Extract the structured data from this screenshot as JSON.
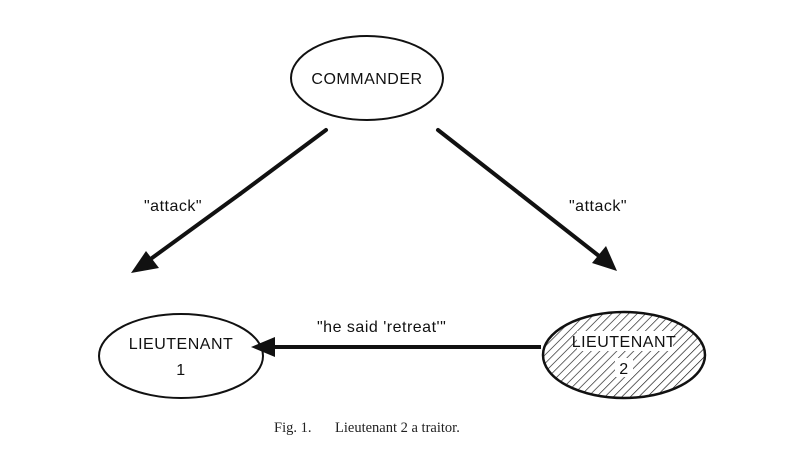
{
  "nodes": {
    "commander": {
      "label": "COMMANDER"
    },
    "lieutenant1": {
      "line1": "LIEUTENANT",
      "line2": "1"
    },
    "lieutenant2": {
      "line1": "LIEUTENANT",
      "line2": "2",
      "traitor": true
    }
  },
  "edges": {
    "commander_to_l1": {
      "label": "\"attack\""
    },
    "commander_to_l2": {
      "label": "\"attack\""
    },
    "l2_to_l1": {
      "label": "\"he said 'retreat'\""
    }
  },
  "caption": {
    "prefix": "Fig. 1.",
    "text": "Lieutenant 2 a traitor."
  }
}
